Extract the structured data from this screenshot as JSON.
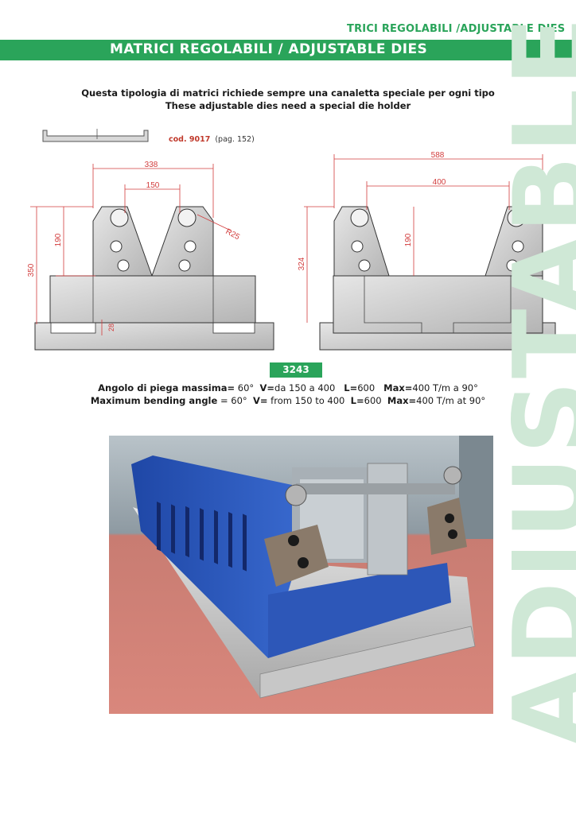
{
  "header": {
    "tag": "TRICI REGOLABILI /ADJUSTABLE DIES",
    "title": "MATRICI REGOLABILI / ADJUSTABLE DIES"
  },
  "intro": {
    "line_it": "Questa tipologia di matrici richiede sempre una canaletta speciale per ogni tipo",
    "line_en": "These adjustable dies need a special die holder"
  },
  "holder": {
    "code": "cod. 9017",
    "page_ref": "(pag. 152)"
  },
  "drawing_left": {
    "dim_width": "338",
    "dim_v": "150",
    "dim_radius": "R25",
    "dim_height": "350",
    "dim_upper": "190",
    "dim_base": "28"
  },
  "drawing_right": {
    "dim_width": "588",
    "dim_v": "400",
    "dim_height": "324",
    "dim_upper": "190"
  },
  "product": {
    "code": "3243"
  },
  "specs_it": {
    "angle_label": "Angolo di piega massima=",
    "angle_value": " 60°",
    "v_label": "V=",
    "v_value": "da 150 a 400",
    "l_label": "L=",
    "l_value": "600",
    "max_label": "Max=",
    "max_value": "400 T/m a 90°"
  },
  "specs_en": {
    "angle_label": "Maximum bending angle",
    "angle_value": " = 60°",
    "v_label": "V=",
    "v_value": " from 150 to 400",
    "l_label": "L=",
    "l_value": "600",
    "max_label": "Max=",
    "max_value": "400 T/m at 90°"
  },
  "watermark": "ADJUSTABLE",
  "colors": {
    "brand_green": "#2aa45a",
    "dimension_red": "#d23c3c",
    "watermark_green": "#cfe8d6",
    "die_blue": "#2d57b8"
  }
}
